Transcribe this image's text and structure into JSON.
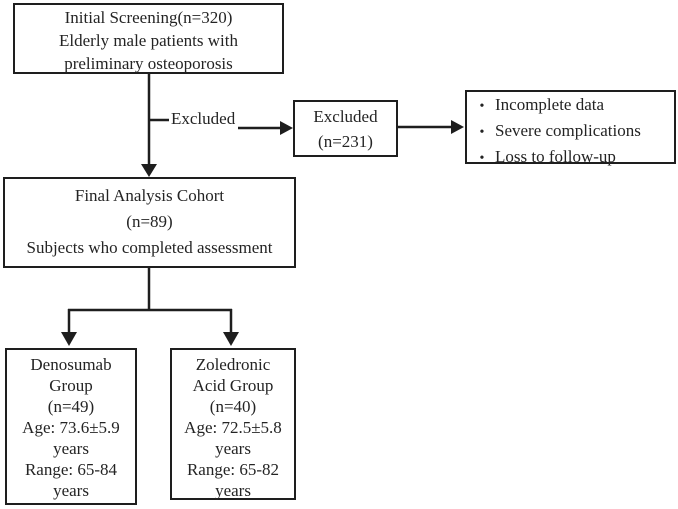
{
  "colors": {
    "line": "#1e1e1e",
    "text": "#242424",
    "background": "#ffffff"
  },
  "flowchart": {
    "screening_box": {
      "line1": "Initial Screening(n=320)",
      "line2": "Elderly male patients with",
      "line3": "preliminary osteoporosis"
    },
    "excluded_branch_label": "Excluded",
    "excluded_box": {
      "line1": "Excluded",
      "line2": "(n=231)"
    },
    "reasons_box": {
      "bullet_icon": "•",
      "item1": "Incomplete data",
      "item2": "Severe complications",
      "item3": "Loss to follow-up"
    },
    "cohort_box": {
      "line1": "Final Analysis Cohort",
      "line2": "(n=89)",
      "line3": "Subjects who completed assessment"
    },
    "denosumab_box": {
      "line1": "Denosumab",
      "line2": "Group",
      "line3": "(n=49)",
      "line4": "Age: 73.6±5.9",
      "line5": "years",
      "line6": "Range: 65-84",
      "line7": "years"
    },
    "zoledronic_box": {
      "line1": "Zoledronic",
      "line2": "Acid Group",
      "line3": "(n=40)",
      "line4": "Age: 72.5±5.8",
      "line5": "years",
      "line6": "Range: 65-82",
      "line7": "years"
    }
  }
}
